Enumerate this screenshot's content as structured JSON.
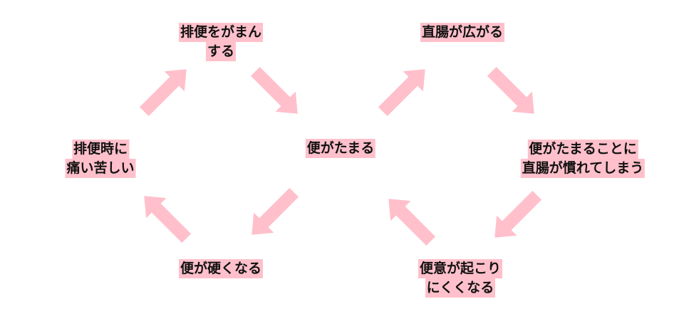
{
  "diagram": {
    "colors": {
      "arrow": "#ffc0cb",
      "label_background": "#ffc0cb",
      "text": "#111111",
      "background": "#ffffff"
    },
    "nodes": {
      "hold_stool": {
        "line1": "排便をがまん",
        "line2": "する"
      },
      "stool_accumulates": {
        "line1": "便がたまる"
      },
      "rectum_widens": {
        "line1": "直腸が広がる"
      },
      "rectum_gets_used": {
        "line1": "便がたまることに",
        "line2": "直腸が慣れてしまう"
      },
      "urge_decreases": {
        "line1": "便意が起こり",
        "line2": "にくくなる"
      },
      "stool_hardens": {
        "line1": "便が硬くなる"
      },
      "painful_defecation": {
        "line1": "排便時に",
        "line2": "痛い苦しい"
      }
    },
    "arrow_icon": "block-arrow"
  }
}
